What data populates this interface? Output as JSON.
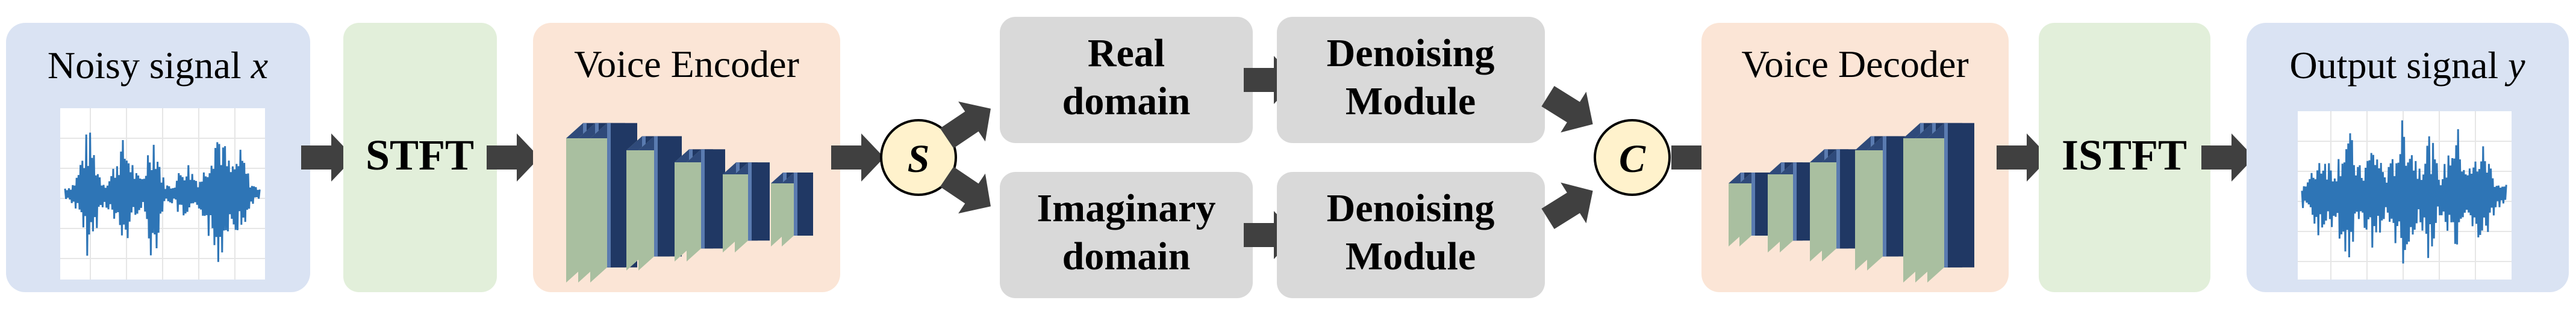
{
  "input": {
    "label": "Noisy signal",
    "variable": "x"
  },
  "stft": {
    "label": "STFT"
  },
  "encoder": {
    "label": "Voice Encoder"
  },
  "split_node": {
    "label": "S"
  },
  "real_branch": {
    "domain_line1": "Real",
    "domain_line2": "domain",
    "module_line1": "Denoising",
    "module_line2": "Module"
  },
  "imag_branch": {
    "domain_line1": "Imaginary",
    "domain_line2": "domain",
    "module_line1": "Denoising",
    "module_line2": "Module"
  },
  "concat_node": {
    "label": "C"
  },
  "decoder": {
    "label": "Voice Decoder"
  },
  "istft": {
    "label": "ISTFT"
  },
  "output": {
    "label": "Output signal",
    "variable": "y"
  },
  "colors": {
    "signal_panel": "#dae3f3",
    "transform_panel": "#e2efda",
    "coder_panel": "#fbe5d6",
    "module_panel": "#d9d9d9",
    "arrow": "#404040",
    "node_fill": "#fff2cc",
    "waveform": "#2e75b6",
    "block_front": "#203864",
    "block_edge": "#a9bfa0"
  }
}
